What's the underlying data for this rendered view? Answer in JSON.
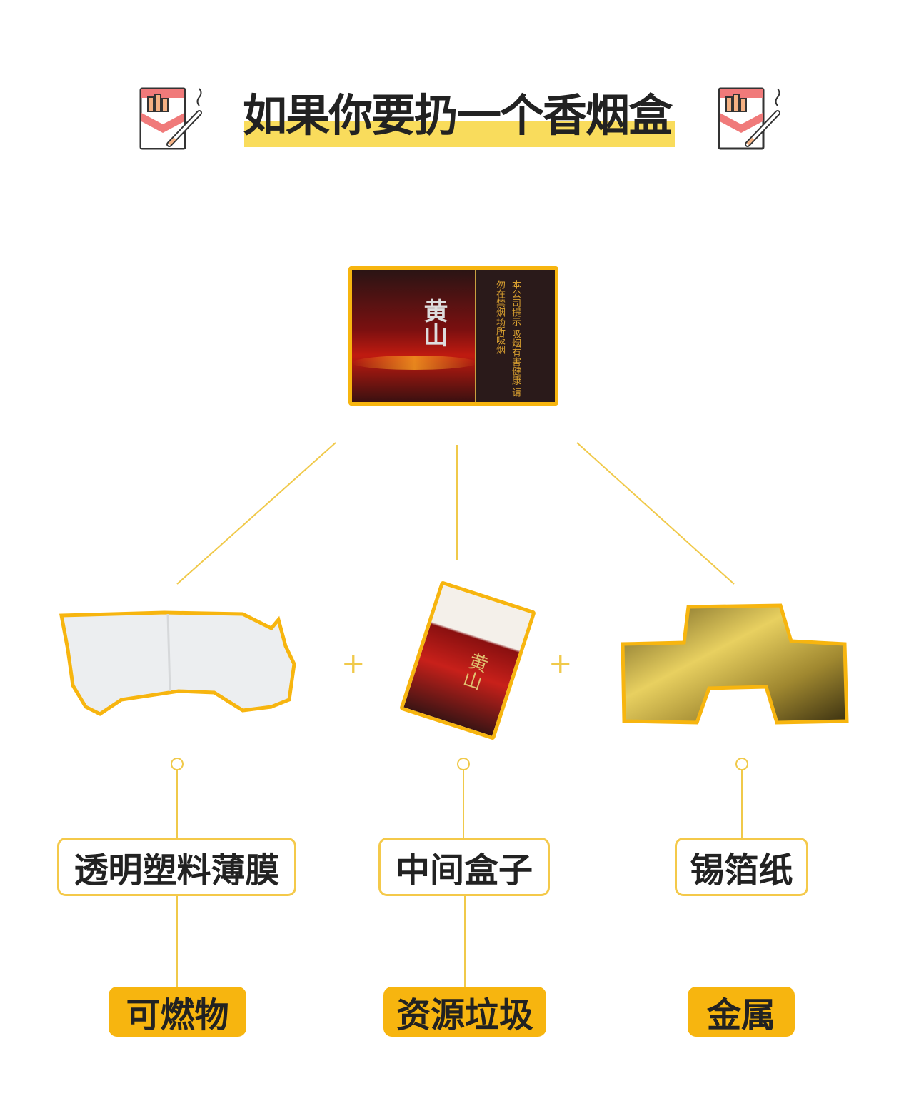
{
  "header": {
    "title": "如果你要扔一个香烟盒"
  },
  "photos": {
    "whole_box": {
      "brand": "黄山",
      "warning": "本公司提示 吸烟有害健康 请勿在禁烟场所吸烟"
    },
    "plastic_film": {},
    "inner_box": {
      "brand": "黄山"
    },
    "foil": {}
  },
  "parts": [
    {
      "name": "透明塑料薄膜",
      "category": "可燃物"
    },
    {
      "name": "中间盒子",
      "category": "资源垃圾"
    },
    {
      "name": "锡箔纸",
      "category": "金属"
    }
  ],
  "operators": {
    "plus": "+"
  },
  "colors": {
    "accent": "#f7b50f",
    "line": "#f0c94a",
    "highlight": "#f9dc5c"
  }
}
